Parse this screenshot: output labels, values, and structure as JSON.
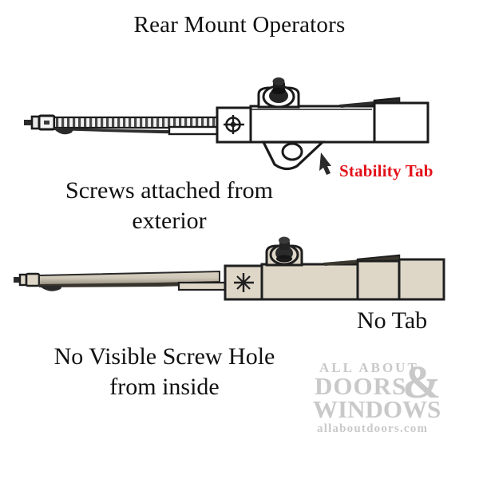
{
  "page": {
    "title": "Rear Mount Operators",
    "background_color": "#ffffff"
  },
  "captions": {
    "screws_exterior_line1": "Screws attached from",
    "screws_exterior_line2": "exterior",
    "no_screw_hole_line1": "No Visible Screw Hole",
    "no_screw_hole_line2": "from inside"
  },
  "labels": {
    "stability_tab": "Stability Tab",
    "stability_tab_color": "#e31019",
    "no_tab": "No Tab",
    "no_tab_color": "#111111"
  },
  "diagrams": {
    "top": {
      "name": "rear-mount-operator-with-stability-tab",
      "body_fill": "#ffffff",
      "outline_color": "#1a1a1a",
      "knob_color": "#1f1f1f",
      "arm_style": "toothed-rack",
      "has_stability_tab": true,
      "has_screw_hole_symbol": true
    },
    "bottom": {
      "name": "rear-mount-operator-no-tab",
      "body_fill": "#ded7c9",
      "outline_color": "#1a1a1a",
      "knob_color": "#2b2b2b",
      "arm_style": "smooth-tapered",
      "has_stability_tab": false,
      "has_screw_hole_symbol": true
    }
  },
  "watermark": {
    "line1": "ALL ABOUT",
    "line2": "DOORS",
    "line3": "WINDOWS",
    "ampersand": "&",
    "url": "allaboutdoors.com",
    "color": "#c9c9c9"
  }
}
